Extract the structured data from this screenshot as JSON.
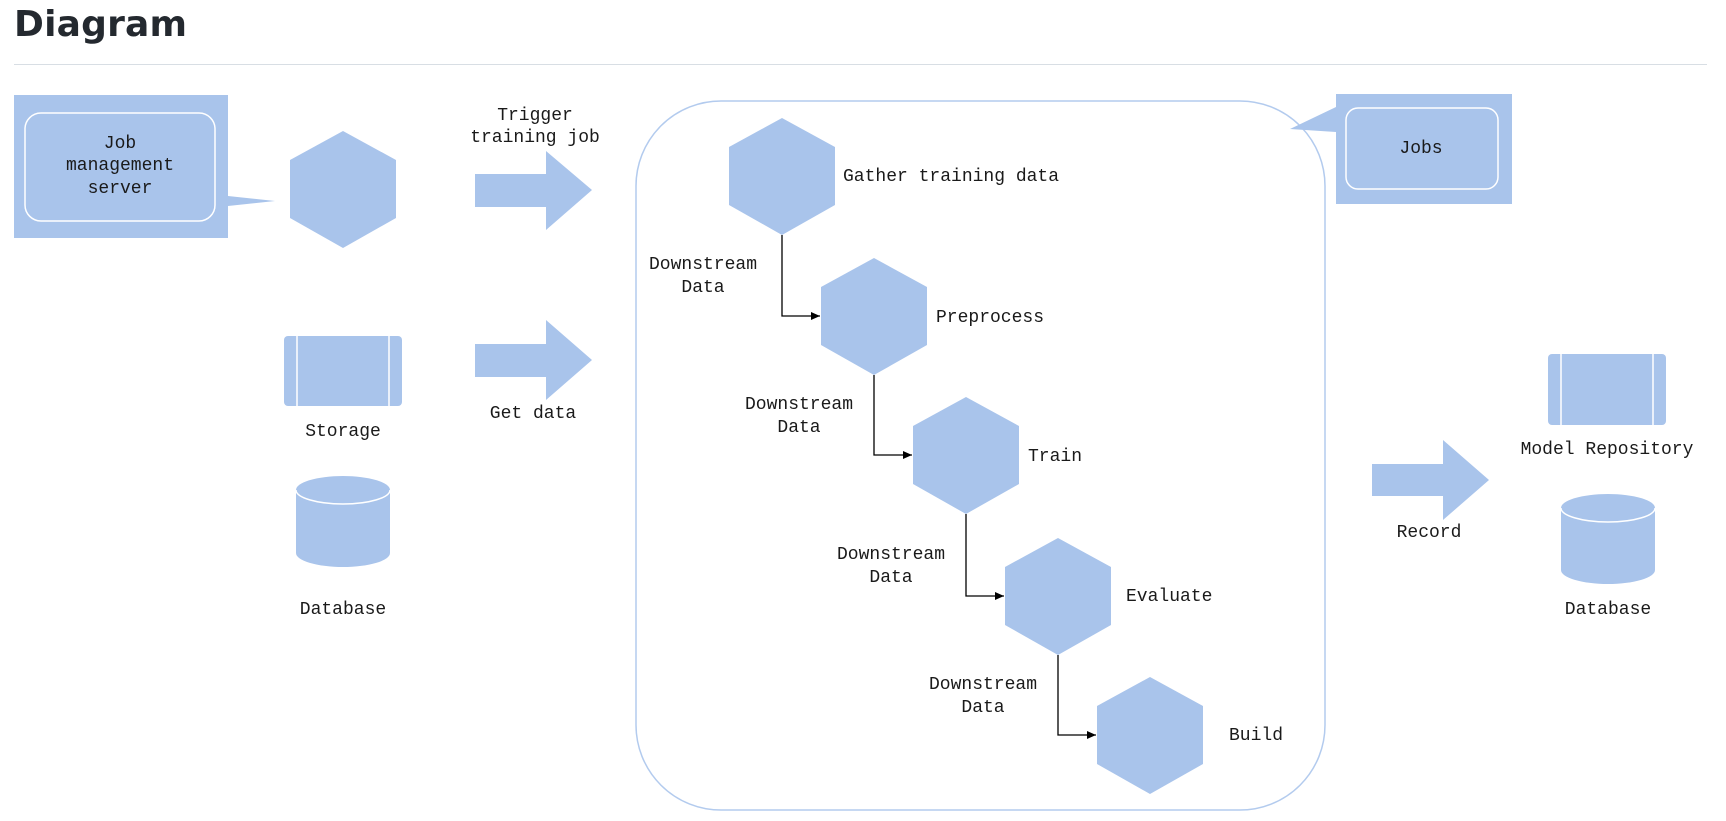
{
  "page": {
    "title": "Diagram"
  },
  "diagram": {
    "fill_color": "#a9c4eb",
    "stroke_color": "#000000",
    "pipeline_border_color": "#b3cbee",
    "left_group": {
      "job_callout": [
        "Job",
        "management",
        "server"
      ],
      "storage_label": "Storage",
      "database_label": "Database"
    },
    "arrows": {
      "trigger": [
        "Trigger",
        "training job"
      ],
      "get_data": "Get data",
      "record": "Record"
    },
    "jobs_callout": "Jobs",
    "pipeline": {
      "steps": [
        {
          "label": "Gather training data"
        },
        {
          "label": "Preprocess"
        },
        {
          "label": "Train"
        },
        {
          "label": "Evaluate"
        },
        {
          "label": "Build"
        }
      ],
      "connector_label": [
        "Downstream",
        "Data"
      ]
    },
    "right_group": {
      "model_repository_label": "Model Repository",
      "database_label": "Database"
    }
  }
}
